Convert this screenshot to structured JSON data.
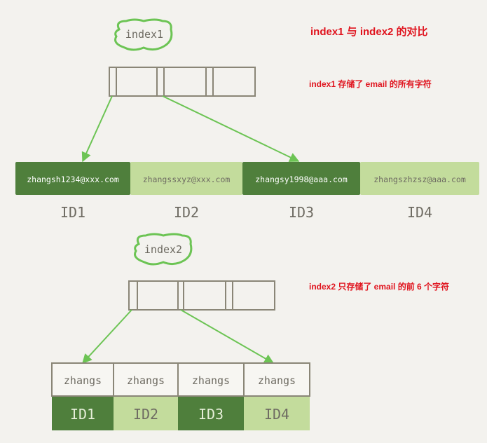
{
  "titles": {
    "main": "index1 与 index2 的对比",
    "note1": "index1 存储了 email 的所有字符",
    "note2": "index2 只存储了 email 的前 6 个字符"
  },
  "index1": {
    "label": "index1",
    "records": [
      {
        "email": "zhangsh1234@xxx.com",
        "id": "ID1",
        "highlight": true
      },
      {
        "email": "zhangssxyz@xxx.com",
        "id": "ID2",
        "highlight": false
      },
      {
        "email": "zhangsy1998@aaa.com",
        "id": "ID3",
        "highlight": true
      },
      {
        "email": "zhangszhzsz@aaa.com",
        "id": "ID4",
        "highlight": false
      }
    ]
  },
  "index2": {
    "label": "index2",
    "prefixes": [
      "zhangs",
      "zhangs",
      "zhangs",
      "zhangs"
    ],
    "ids": [
      {
        "id": "ID1",
        "highlight": true
      },
      {
        "id": "ID2",
        "highlight": false
      },
      {
        "id": "ID3",
        "highlight": true
      },
      {
        "id": "ID4",
        "highlight": false
      }
    ]
  },
  "colors": {
    "dark_green": "#4f7f3c",
    "light_green": "#c3dc9c",
    "arrow": "#6cc454",
    "tag_outline": "#6cc454",
    "box_stroke": "#8a8677",
    "text_gray": "#6e6b62",
    "title_red": "#e0141e"
  }
}
